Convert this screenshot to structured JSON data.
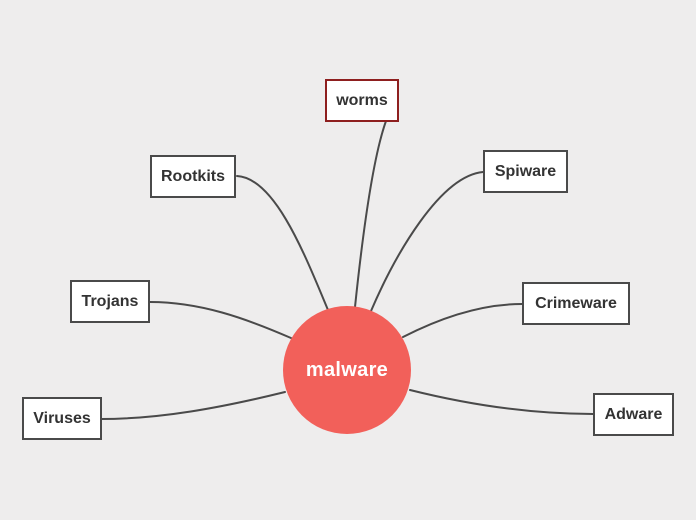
{
  "colors": {
    "background": "#eeeded",
    "center_fill": "#f2605a",
    "center_text": "#ffffff",
    "node_border": "#4a4a4a",
    "selected_border": "#8e1f1f",
    "node_text": "#333333"
  },
  "mindmap": {
    "center_label": "malware",
    "topics": [
      {
        "id": "worms",
        "label": "worms",
        "selected": true
      },
      {
        "id": "rootkits",
        "label": "Rootkits",
        "selected": false
      },
      {
        "id": "spiware",
        "label": "Spiware",
        "selected": false
      },
      {
        "id": "trojans",
        "label": "Trojans",
        "selected": false
      },
      {
        "id": "crimeware",
        "label": "Crimeware",
        "selected": false
      },
      {
        "id": "viruses",
        "label": "Viruses",
        "selected": false
      },
      {
        "id": "adware",
        "label": "Adware",
        "selected": false
      }
    ]
  }
}
